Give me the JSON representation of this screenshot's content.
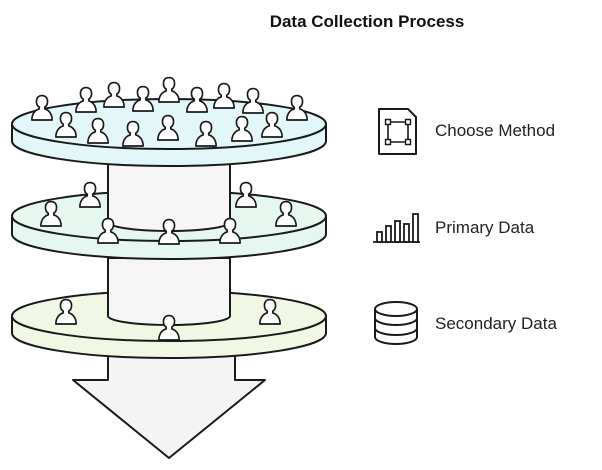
{
  "title": "Data Collection Process",
  "legend": [
    {
      "label": "Choose Method",
      "icon": "document-frame-icon"
    },
    {
      "label": "Primary Data",
      "icon": "bar-chart-icon"
    },
    {
      "label": "Secondary Data",
      "icon": "database-icon"
    }
  ],
  "colors": {
    "top_disc": "#e3f6f8",
    "middle_disc": "#e6f7ef",
    "bottom_disc": "#f0f7e4",
    "outline": "#1a1a1a",
    "column": "#f6f6f6",
    "arrow": "#f4f4f4"
  }
}
